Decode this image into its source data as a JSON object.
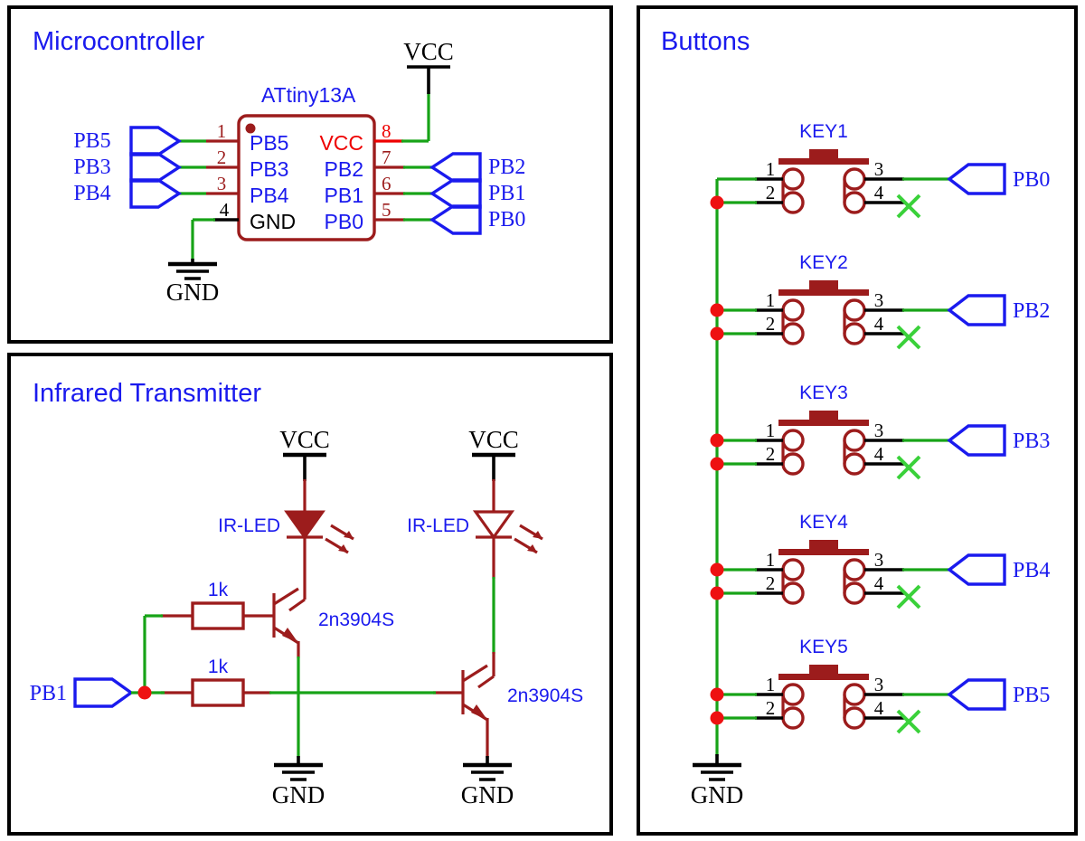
{
  "panels": [
    {
      "id": "microcontroller",
      "title": "Microcontroller"
    },
    {
      "id": "infrared_transmitter",
      "title": "Infrared Transmitter"
    },
    {
      "id": "buttons",
      "title": "Buttons"
    }
  ],
  "colors": {
    "wire_green": "#17a317",
    "wire_dark_red": "#9c1c1c",
    "wire_red": "#ee0000",
    "wire_black": "#000000",
    "connector_blue": "#1a1aee",
    "junction_dot": "#ee1111",
    "nc_cross_green": "#3ad13a",
    "panel_border": "#000000",
    "title_blue": "#1a1aee"
  },
  "microcontroller": {
    "ic": {
      "designator": "ATtiny13A",
      "pins_left": [
        {
          "number": "1",
          "name": "PB5",
          "net": "PB5"
        },
        {
          "number": "2",
          "name": "PB3",
          "net": "PB3"
        },
        {
          "number": "3",
          "name": "PB4",
          "net": "PB4"
        },
        {
          "number": "4",
          "name": "GND",
          "net": "GND"
        }
      ],
      "pins_right": [
        {
          "number": "8",
          "name": "VCC",
          "net": "VCC"
        },
        {
          "number": "7",
          "name": "PB2",
          "net": "PB2"
        },
        {
          "number": "6",
          "name": "PB1",
          "net": "PB1"
        },
        {
          "number": "5",
          "name": "PB0",
          "net": "PB0"
        }
      ]
    },
    "left_bus_labels": [
      "PB5",
      "PB3",
      "PB4"
    ],
    "right_bus_labels": [
      "PB2",
      "PB1",
      "PB0"
    ],
    "power_symbols": [
      {
        "type": "vcc",
        "label": "VCC"
      },
      {
        "type": "gnd",
        "label": "GND"
      }
    ]
  },
  "infrared_transmitter": {
    "input_port": "PB1",
    "stages": [
      {
        "vcc_label": "VCC",
        "led_label": "IR-LED",
        "resistor_value": "1k",
        "transistor_label": "2n3904S",
        "gnd_label": "GND"
      },
      {
        "vcc_label": "VCC",
        "led_label": "IR-LED",
        "resistor_value": "1k",
        "transistor_label": "2n3904S",
        "gnd_label": "GND"
      }
    ]
  },
  "buttons": {
    "gnd_label": "GND",
    "keys": [
      {
        "designator": "KEY1",
        "pins": [
          "1",
          "2",
          "3",
          "4"
        ],
        "net": "PB0",
        "nc_pin": "4"
      },
      {
        "designator": "KEY2",
        "pins": [
          "1",
          "2",
          "3",
          "4"
        ],
        "net": "PB2",
        "nc_pin": "4"
      },
      {
        "designator": "KEY3",
        "pins": [
          "1",
          "2",
          "3",
          "4"
        ],
        "net": "PB3",
        "nc_pin": "4"
      },
      {
        "designator": "KEY4",
        "pins": [
          "1",
          "2",
          "3",
          "4"
        ],
        "net": "PB4",
        "nc_pin": "4"
      },
      {
        "designator": "KEY5",
        "pins": [
          "1",
          "2",
          "3",
          "4"
        ],
        "net": "PB5",
        "nc_pin": "4"
      }
    ]
  }
}
